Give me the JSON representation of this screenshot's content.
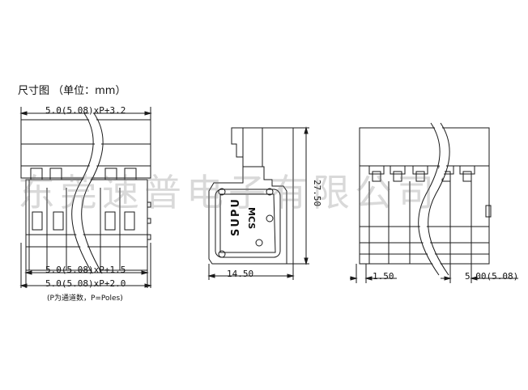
{
  "title": "尺寸图  （单位：mm）",
  "dimensions": {
    "top_overall": "5.0(5.08)xP+3.2",
    "bottom_pitch": "5.0(5.08)xP+1.5",
    "bottom_overall": "5.0(5.08)xP+2.0",
    "side_width": "14.50",
    "side_height": "27.50",
    "right_edge": "1.50",
    "right_pitch": "5.00(5.08)"
  },
  "note": "(P为通道数，P=Poles)",
  "logo_text": "SUPU",
  "model_text": "MCS",
  "watermark": "东莞速普电子有限公司",
  "colors": {
    "line": "#1a1a1a",
    "watermark": "#8a8a8a"
  }
}
